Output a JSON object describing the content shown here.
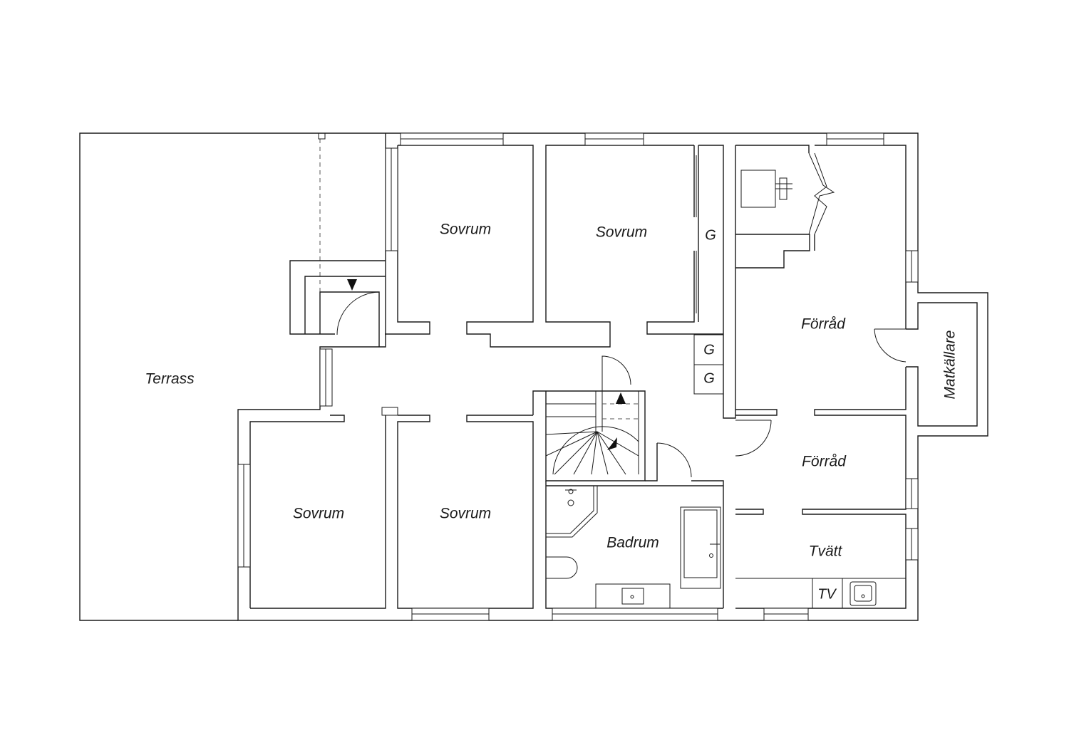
{
  "rooms": {
    "terrass": "Terrass",
    "sovrum_1": "Sovrum",
    "sovrum_2": "Sovrum",
    "sovrum_3": "Sovrum",
    "sovrum_4": "Sovrum",
    "forrad_1": "Förråd",
    "forrad_2": "Förråd",
    "matkallare": "Matkällare",
    "badrum": "Badrum",
    "tvatt": "Tvätt"
  },
  "closets": {
    "g_upper": "G",
    "g_middle": "G",
    "g_lower": "G"
  },
  "appliances": {
    "tv": "TV"
  },
  "colors": {
    "line": "#1a1a1a",
    "background": "#ffffff"
  }
}
